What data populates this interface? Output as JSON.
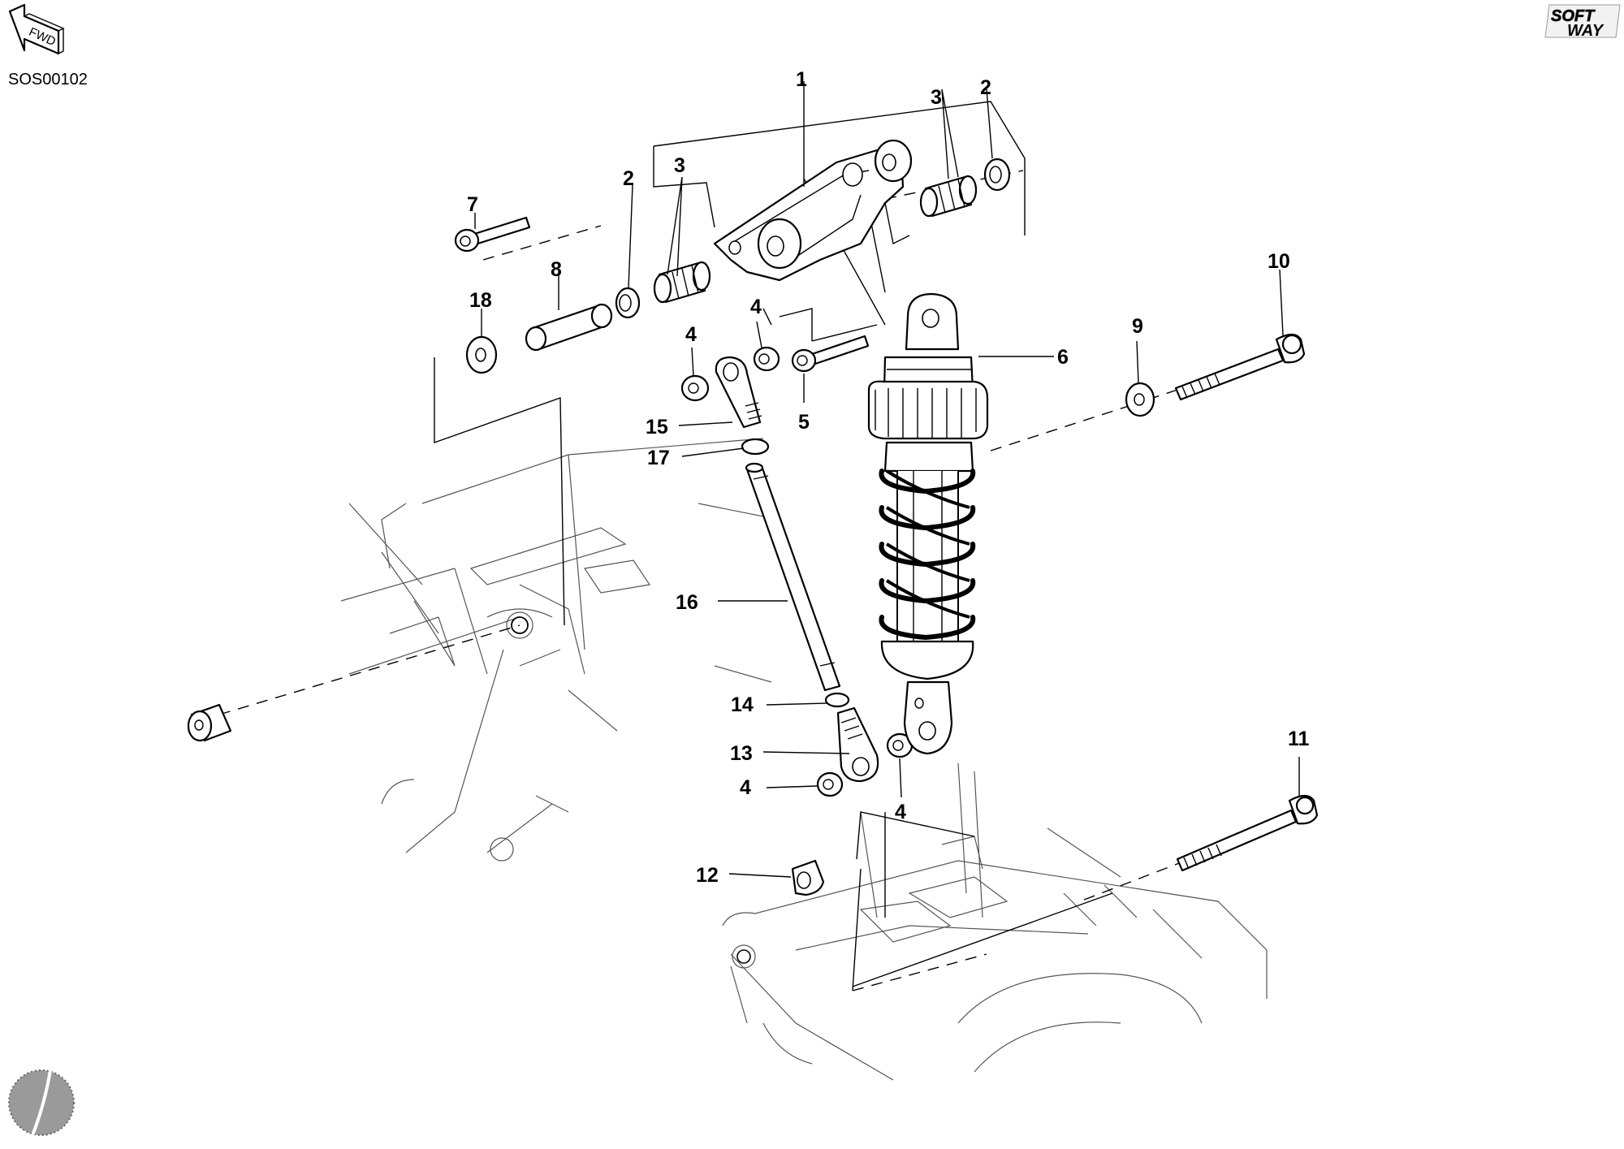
{
  "diagram": {
    "code": "SOS00102",
    "fwd_label": "FWD",
    "brand": {
      "line1": "SOFT",
      "line2": "WAY"
    },
    "callouts": [
      {
        "id": "1",
        "text": "1"
      },
      {
        "id": "2a",
        "text": "2"
      },
      {
        "id": "2b",
        "text": "2"
      },
      {
        "id": "3a",
        "text": "3"
      },
      {
        "id": "3b",
        "text": "3"
      },
      {
        "id": "4a",
        "text": "4"
      },
      {
        "id": "4b",
        "text": "4"
      },
      {
        "id": "4c",
        "text": "4"
      },
      {
        "id": "4d",
        "text": "4"
      },
      {
        "id": "5",
        "text": "5"
      },
      {
        "id": "6",
        "text": "6"
      },
      {
        "id": "7",
        "text": "7"
      },
      {
        "id": "8",
        "text": "8"
      },
      {
        "id": "9",
        "text": "9"
      },
      {
        "id": "10",
        "text": "10"
      },
      {
        "id": "11",
        "text": "11"
      },
      {
        "id": "12",
        "text": "12"
      },
      {
        "id": "13",
        "text": "13"
      },
      {
        "id": "14",
        "text": "14"
      },
      {
        "id": "15",
        "text": "15"
      },
      {
        "id": "16",
        "text": "16"
      },
      {
        "id": "17",
        "text": "17"
      },
      {
        "id": "18",
        "text": "18"
      }
    ]
  }
}
